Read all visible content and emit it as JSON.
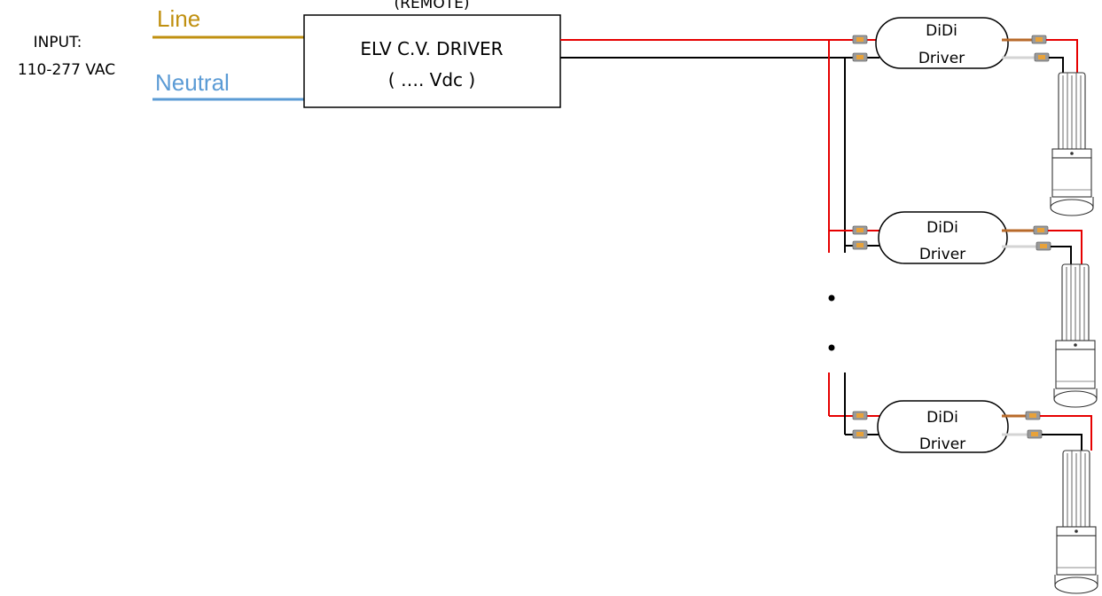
{
  "input": {
    "title": "INPUT:",
    "voltage": "110-277 VAC"
  },
  "wires": {
    "line": "Line",
    "neutral": "Neutral"
  },
  "driver": {
    "header": "(REMOTE)",
    "title": "ELV C.V. DRIVER",
    "output": "( …. Vdc )"
  },
  "didi": [
    {
      "name": "DiDi",
      "sub": "Driver"
    },
    {
      "name": "DiDi",
      "sub": "Driver"
    },
    {
      "name": "DiDi",
      "sub": "Driver"
    }
  ],
  "colors": {
    "line": "#c09010",
    "neutral": "#5b9bd5",
    "positive": "#e60000",
    "negative": "#000000",
    "brown_lead": "#b86a2a",
    "white_lead": "#d4d4d4",
    "connector_gray": "#9a9a9a",
    "connector_orange": "#e8a23a"
  },
  "icons": [
    "connector-icon",
    "light-fixture-icon",
    "ellipsis-dot-icon"
  ]
}
